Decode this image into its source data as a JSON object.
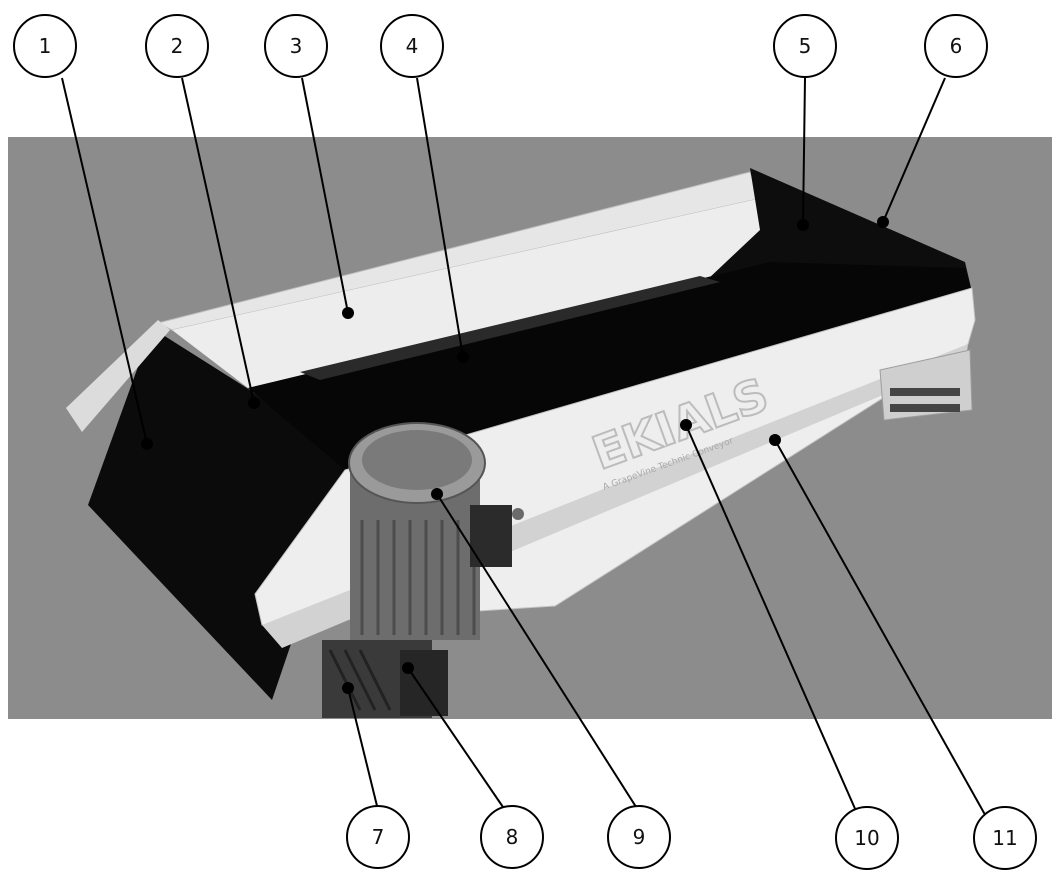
{
  "photo": {
    "background_color": "#8c8c8c",
    "product_logo_text": "EKIALS",
    "product_logo_subtitle": "A GrapeVine Technic Conveyor"
  },
  "callouts": [
    {
      "id": "1",
      "label": "1"
    },
    {
      "id": "2",
      "label": "2"
    },
    {
      "id": "3",
      "label": "3"
    },
    {
      "id": "4",
      "label": "4"
    },
    {
      "id": "5",
      "label": "5"
    },
    {
      "id": "6",
      "label": "6"
    },
    {
      "id": "7",
      "label": "7"
    },
    {
      "id": "8",
      "label": "8"
    },
    {
      "id": "9",
      "label": "9"
    },
    {
      "id": "10",
      "label": "10"
    },
    {
      "id": "11",
      "label": "11"
    }
  ]
}
